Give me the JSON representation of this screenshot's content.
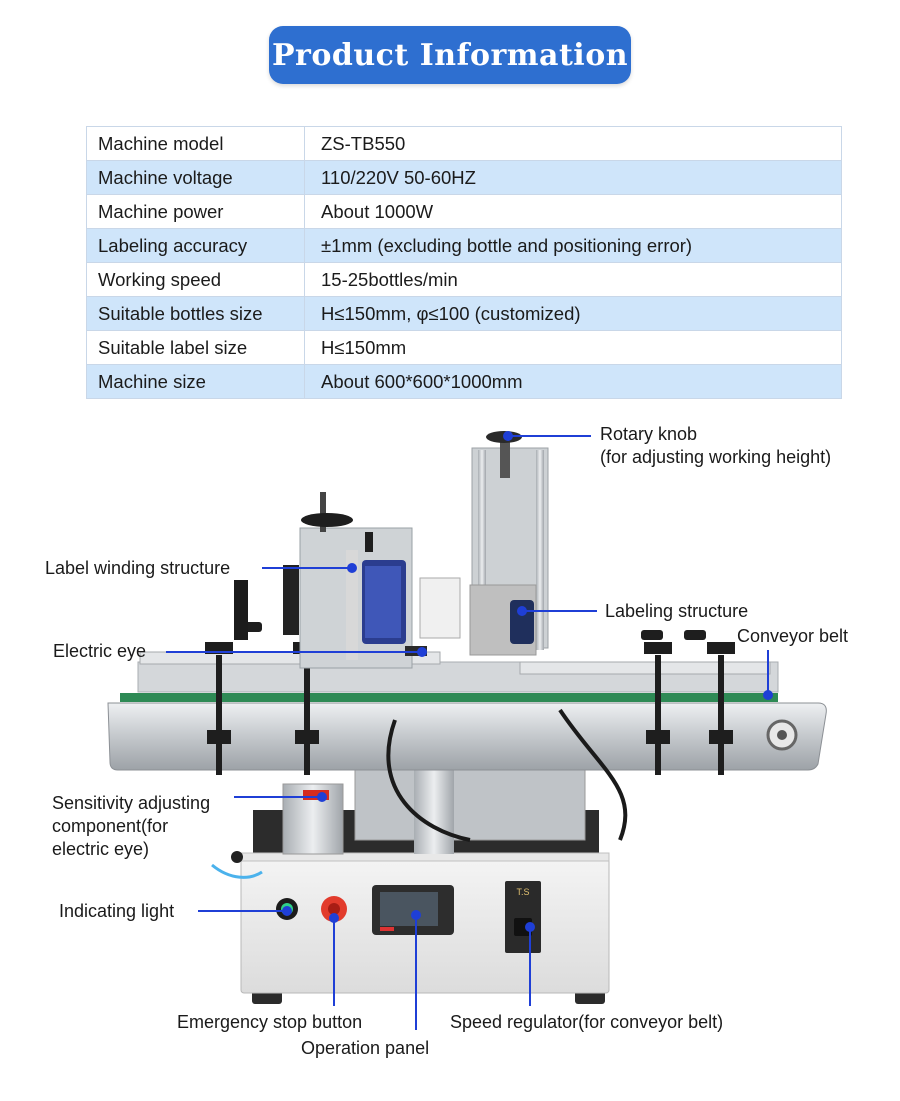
{
  "header": {
    "title": "Product Information"
  },
  "spec_table": {
    "rows": [
      {
        "label": "Machine model",
        "value": "ZS-TB550"
      },
      {
        "label": "Machine voltage",
        "value": "110/220V 50-60HZ"
      },
      {
        "label": "Machine power",
        "value": "About 1000W"
      },
      {
        "label": "Labeling accuracy",
        "value": "±1mm (excluding bottle and positioning error)"
      },
      {
        "label": "Working speed",
        "value": "15-25bottles/min"
      },
      {
        "label": "Suitable bottles size",
        "value": "H≤150mm, φ≤100 (customized)"
      },
      {
        "label": "Suitable label size",
        "value": "H≤150mm"
      },
      {
        "label": "Machine size",
        "value": "About 600*600*1000mm"
      }
    ]
  },
  "callouts": {
    "rotary_knob_1": "Rotary knob",
    "rotary_knob_2": "(for adjusting working height)",
    "label_winding": "Label winding structure",
    "labeling_structure": "Labeling structure",
    "conveyor_belt": "Conveyor belt",
    "electric_eye": "Electric eye",
    "sensitivity_1": "Sensitivity adjusting",
    "sensitivity_2": "component(for",
    "sensitivity_3": "electric eye)",
    "indicating_light": "Indicating light",
    "emergency_stop": "Emergency stop button",
    "operation_panel": "Operation panel",
    "speed_regulator": "Speed regulator(for conveyor belt)"
  },
  "machine_panel": {
    "brand": "T.S"
  },
  "colors": {
    "title_bg": "#2e6fd0",
    "row_alt": "#cfe5fa",
    "leader": "#1f3fd6"
  }
}
